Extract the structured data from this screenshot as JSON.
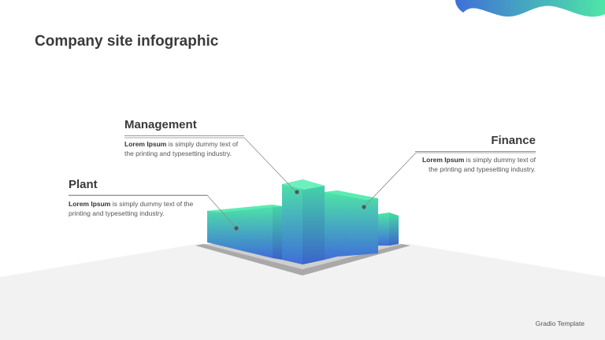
{
  "slide": {
    "title": "Company site infographic",
    "footer": "Gradio Template"
  },
  "callouts": [
    {
      "heading": "Management",
      "lead": "Lorem Ipsum",
      "body": " is simply dummy text of the printing and typesetting industry."
    },
    {
      "heading": "Plant",
      "lead": "Lorem Ipsum",
      "body": " is simply dummy text of the printing and typesetting industry."
    },
    {
      "heading": "Finance",
      "lead": "Lorem Ipsum",
      "body": " is simply dummy text of the printing and typesetting industry."
    }
  ],
  "colors": {
    "gradient_top": "#4ee6a6",
    "gradient_bottom": "#3f6fd8",
    "floor": "#f2f2f2",
    "base": "#a9a9a9"
  }
}
